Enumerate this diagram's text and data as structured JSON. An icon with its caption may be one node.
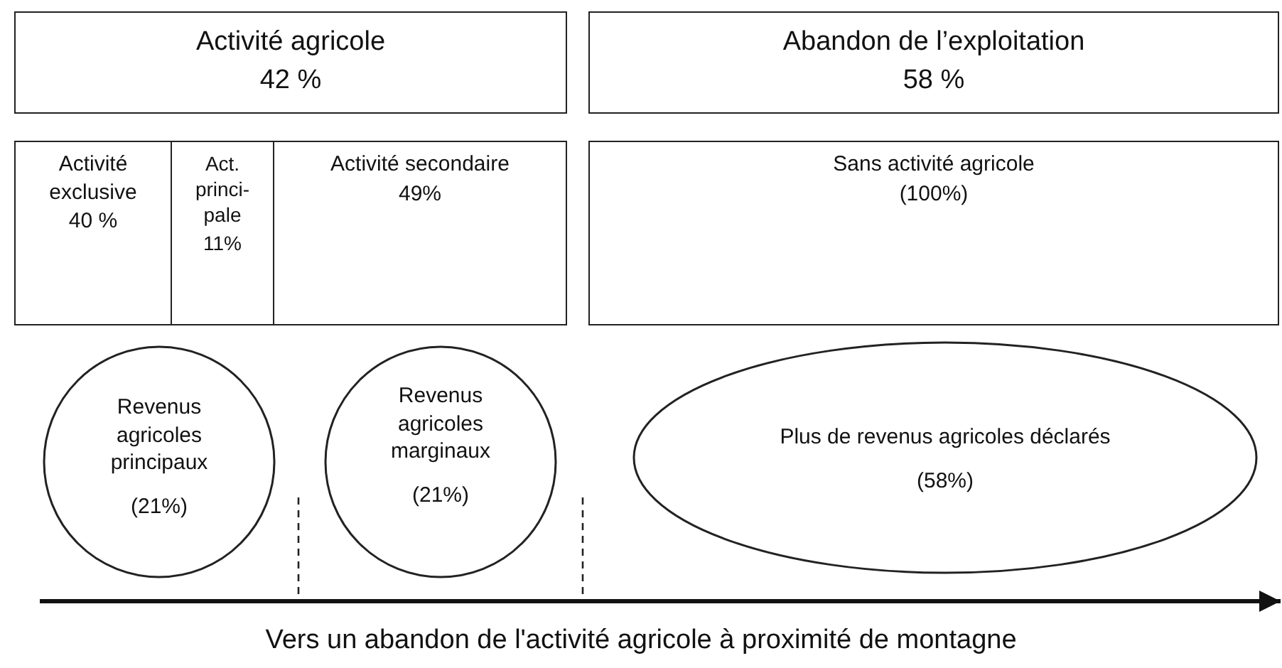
{
  "diagram": {
    "caption": "Vers un abandon de l'activité agricole à proximité de montagne",
    "nodes": [
      {
        "text": [
          "Activité agricole",
          "42 %"
        ]
      },
      {
        "text": [
          "Abandon de l’exploitation",
          "58 %"
        ]
      },
      {
        "text": [
          "Activité exclusive",
          "40 %"
        ]
      },
      {
        "text": [
          "Act. princi-pale",
          "11%"
        ]
      },
      {
        "text": [
          "Activité secondaire",
          "49%"
        ]
      },
      {
        "text": [
          "Sans activité agricole",
          "(100%)"
        ]
      },
      {
        "text": [
          "Revenus agricoles principaux",
          "(21%)"
        ]
      },
      {
        "text": [
          "Revenus agricoles marginaux",
          "(21%)"
        ]
      },
      {
        "text": [
          "Plus de revenus agricoles déclarés",
          "(58%)"
        ]
      }
    ]
  }
}
